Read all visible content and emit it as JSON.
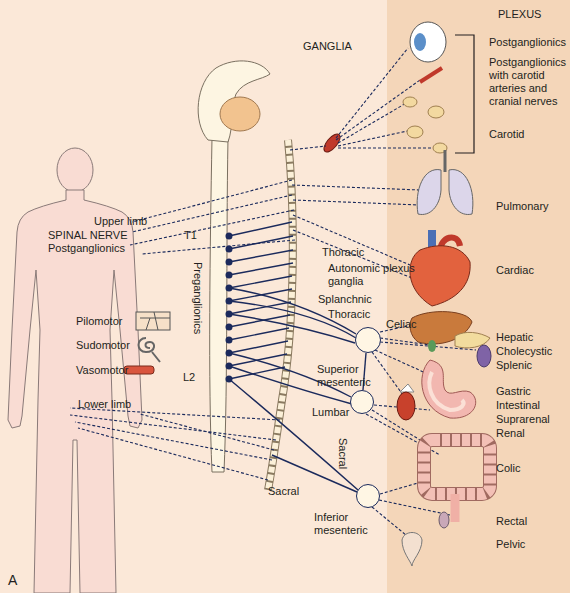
{
  "diagram": {
    "nodes": [
      {
        "text": [
          "Celiac"
        ]
      },
      {
        "text": [
          "Superior mesenteric"
        ]
      },
      {
        "text": [
          "Inferior mesenteric"
        ]
      }
    ],
    "labels": [
      "PLEXUS",
      "GANGLIA",
      "Postganglionics",
      "Postganglionics with carotid arteries and cranial nerves",
      "Carotid",
      "Upper limb",
      "SPINAL NERVE Postganglionics",
      "T1",
      "Pulmonary",
      "Thoracic",
      "Cardiac",
      "Autonomic plexus ganglia",
      "Preganglionics",
      "Splanchnic",
      "Thoracic",
      "Hepatic",
      "Cholecystic",
      "Splenic",
      "Pilomotor",
      "Sudomotor",
      "Vasomotor",
      "L2",
      "Lumbar",
      "Gastric",
      "Intestinal",
      "Suprarenal",
      "Renal",
      "Lower limb",
      "Sacral",
      "Sacral",
      "Colic",
      "Rectal",
      "Pelvic",
      "A"
    ]
  }
}
